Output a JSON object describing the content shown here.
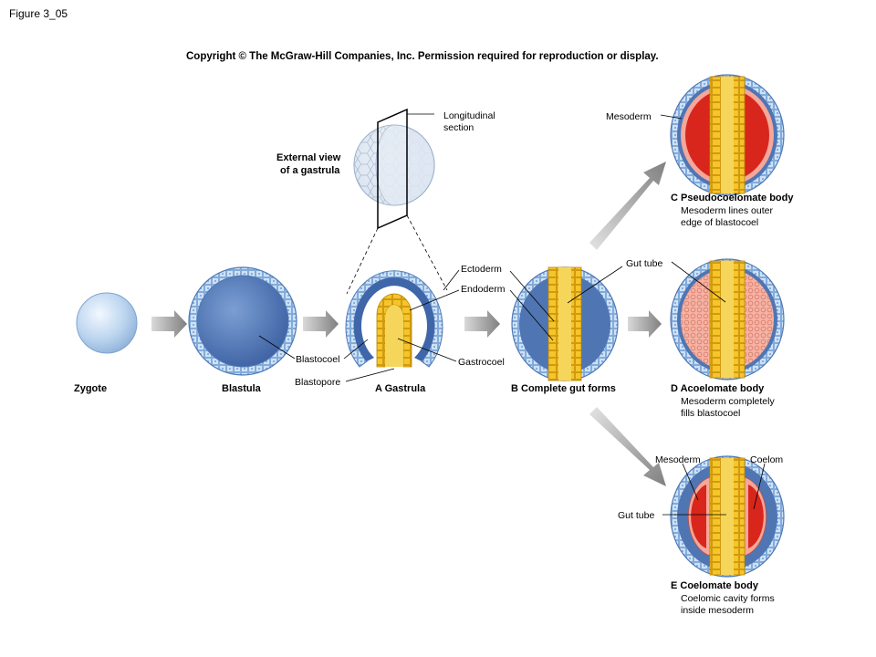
{
  "figure_title": "Figure 3_05",
  "copyright": "Copyright © The McGraw-Hill Companies, Inc. Permission required for reproduction or display.",
  "stages": {
    "zygote": "Zygote",
    "blastula": "Blastula",
    "gastrula": "A Gastrula",
    "complete_gut": "B Complete gut forms",
    "external_view_line1": "External view",
    "external_view_line2": "of a gastrula"
  },
  "labels": {
    "longitudinal_line1": "Longitudinal",
    "longitudinal_line2": "section",
    "ectoderm": "Ectoderm",
    "endoderm": "Endoderm",
    "blastocoel": "Blastocoel",
    "blastopore": "Blastopore",
    "gastrocoel": "Gastrocoel",
    "gut_tube": "Gut tube",
    "mesoderm": "Mesoderm",
    "coelom": "Coelom"
  },
  "outcomes": {
    "pseudo": {
      "title": "C Pseudocoelomate body",
      "line1": "Mesoderm lines outer",
      "line2": "edge of blastocoel"
    },
    "acoel": {
      "title": "D Acoelomate body",
      "line1": "Mesoderm completely",
      "line2": "fills blastocoel"
    },
    "coel": {
      "title": "E Coelomate body",
      "line1": "Coelomic cavity forms",
      "line2": "inside mesoderm"
    }
  },
  "colors": {
    "ectoderm_blue": "#6f9fd6",
    "blastocoel_blue": "#3f66a8",
    "endoderm_yellow": "#f2c018",
    "mesoderm_red": "#d8261c",
    "mesoderm_pink": "#f0a99a",
    "arrow_gray": "#8c8c8c"
  }
}
